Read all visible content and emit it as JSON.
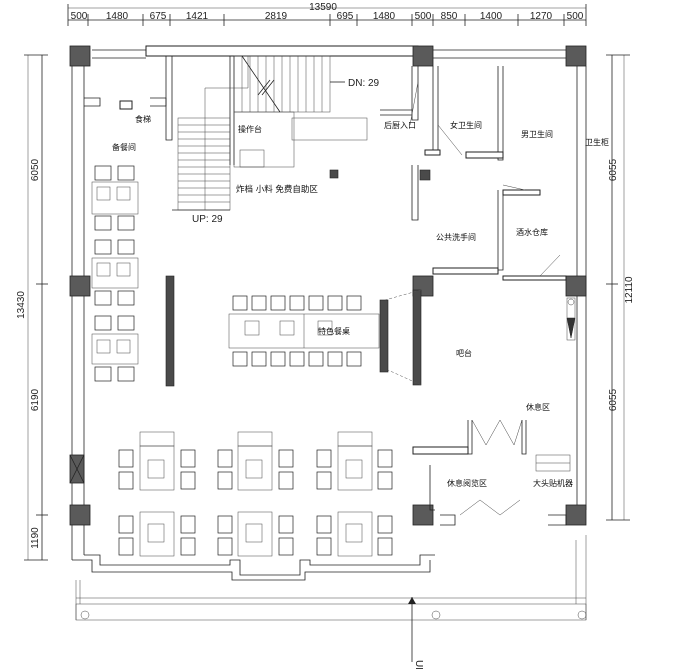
{
  "title": "",
  "dimensions": {
    "overall_top": "13590",
    "top_segments": [
      "500",
      "1480",
      "675",
      "1421",
      "2819",
      "695",
      "1480",
      "500",
      "850",
      "1400",
      "1270",
      "500"
    ],
    "left_overall": "13430",
    "left_segments": [
      "6050",
      "6190",
      "1190"
    ],
    "right_overall": "12110",
    "right_segments": [
      "6055",
      "6055"
    ]
  },
  "rooms": {
    "canteen": "食梯",
    "prep_room": "备餐间",
    "operating_table": "操作台",
    "stair_down": "DN: 29",
    "stair_up": "UP: 29",
    "kitchen_entrance": "后厨入口",
    "women_restroom": "女卫生间",
    "men_restroom": "男卫生间",
    "restroom_cabinet": "卫生柜",
    "self_service": "炸档  小料  免费自助区",
    "public_washroom": "公共洗手间",
    "wine_storage": "酒水仓库",
    "special_dish": "特色餐桌",
    "bar": "吧台",
    "rest_area": "休息区",
    "lounge": "休息阅览区",
    "photo_booth": "大头贴机器",
    "entry_up": "UP"
  },
  "colors": {
    "line": "#222222",
    "column": "#5a5a5a",
    "background": "#ffffff"
  }
}
